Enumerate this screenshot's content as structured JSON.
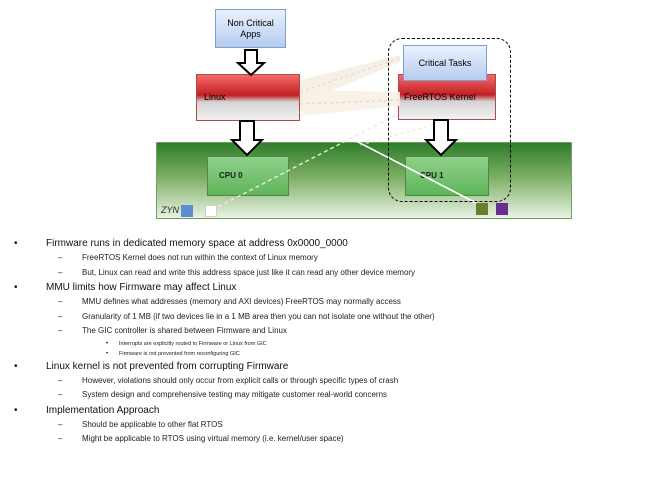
{
  "diagram": {
    "non_critical_apps": "Non Critical Apps",
    "critical_tasks": "Critical Tasks",
    "linux": "Linux",
    "freertos_kernel": "FreeRTOS Kernel",
    "cpu0": "CPU 0",
    "cpu1": "CPU 1",
    "zynq": "ZYN",
    "colors": {
      "app_box": "#b6cdf0",
      "kernel_red": "#c21f24",
      "soc_green": "#2f7d2a",
      "cpu_green": "#5fb55a"
    }
  },
  "bullets": [
    {
      "text": "Firmware runs in dedicated memory space at address 0x0000_0000",
      "subs": [
        {
          "text": "FreeRTOS Kernel does not run within the context of Linux memory"
        },
        {
          "text": "But, Linux can read and write this address space just like it can read any other device memory"
        }
      ]
    },
    {
      "text": "MMU  limits how Firmware may affect Linux",
      "subs": [
        {
          "text": "MMU  defines what addresses (memory and AXI devices) FreeRTOS may normally access"
        },
        {
          "text": "Granularity of 1 MB (if two devices lie in a 1 MB area then you can not isolate one without the other)"
        },
        {
          "text": "The GIC controller is shared between Firmware and Linux",
          "subs": [
            "Interrupts are explicitly routed to Firmware or Linux from GIC",
            "Firmware is not prevented from reconfiguring GIC"
          ]
        }
      ]
    },
    {
      "text": "Linux kernel is not prevented from corrupting Firmware",
      "subs": [
        {
          "text": "However, violations should only occur from explicit calls or through specific types of crash"
        },
        {
          "text": "System design and comprehensive testing may mitigate customer real-world concerns"
        }
      ]
    },
    {
      "text": "Implementation Approach",
      "subs": [
        {
          "text": "Should be applicable to other flat RTOS"
        },
        {
          "text": "Might be applicable to RTOS using virtual memory (i.e. kernel/user space)"
        }
      ]
    }
  ]
}
